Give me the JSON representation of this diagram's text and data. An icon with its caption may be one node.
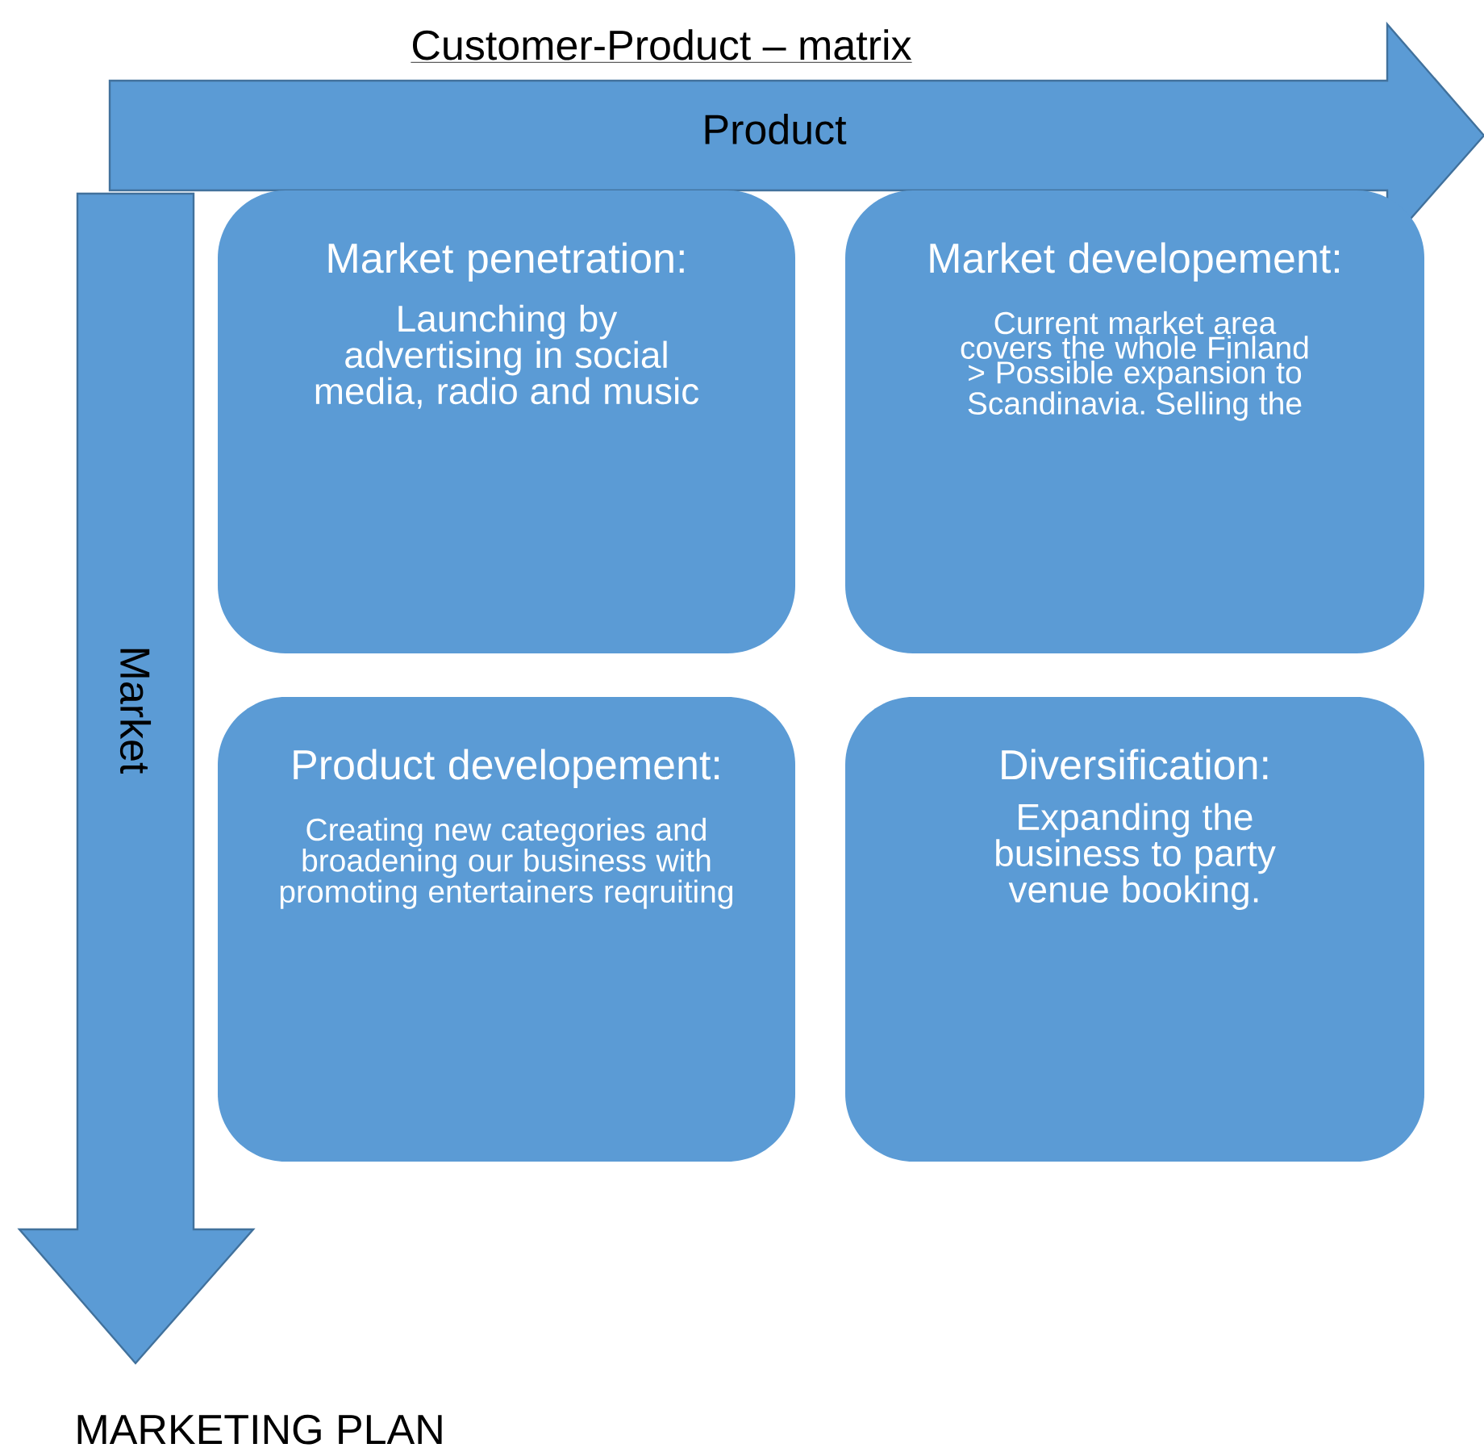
{
  "diagram": {
    "title": "Customer-Product – matrix",
    "nodes": [
      {
        "text": [
          "Product"
        ]
      },
      {
        "text": [
          "Market"
        ]
      },
      {
        "text": [
          "Market penetration:",
          "Launching by advertising in social media, radio and music"
        ]
      },
      {
        "text": [
          "Market developement:",
          "Current market area covers the whole Finland > Possible expansion to Scandinavia. Selling the"
        ]
      },
      {
        "text": [
          "Product developement:",
          "Creating new categories and broadening our business with promoting entertainers reqruiting"
        ]
      },
      {
        "text": [
          "Diversification:",
          "Expanding the business to party venue booking."
        ]
      }
    ],
    "labels": [
      "MARKETING PLAN"
    ]
  }
}
